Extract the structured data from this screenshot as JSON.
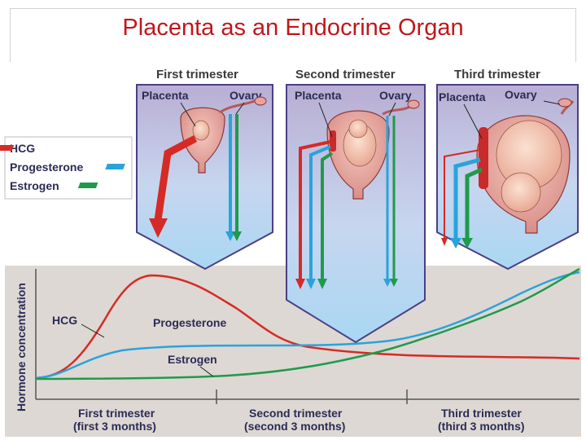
{
  "title": "Placenta as an Endocrine Organ",
  "colors": {
    "title": "#c0171c",
    "hcg": "#d62a26",
    "progesterone": "#2aa3dc",
    "estrogen": "#1f9a4c",
    "panel_fill": "#c9bfdc",
    "panel_border": "#4b3f86",
    "chart_bg": "#ddd8d3"
  },
  "legend": {
    "items": [
      {
        "label": "HCG",
        "color": "#d62a26"
      },
      {
        "label": "Progesterone",
        "color": "#2aa3dc"
      },
      {
        "label": "Estrogen",
        "color": "#1f9a4c"
      }
    ]
  },
  "panels": [
    {
      "heading": "First trimester",
      "placenta_label": "Placenta",
      "ovary_label": "Ovary"
    },
    {
      "heading": "Second trimester",
      "placenta_label": "Placenta",
      "ovary_label": "Ovary"
    },
    {
      "heading": "Third trimester",
      "placenta_label": "Placenta",
      "ovary_label": "Ovary"
    }
  ],
  "chart": {
    "ylabel": "Hormone concentration",
    "curve_labels": {
      "hcg": "HCG",
      "progesterone": "Progesterone",
      "estrogen": "Estrogen"
    },
    "trimesters": [
      {
        "line1": "First trimester",
        "line2": "(first 3 months)"
      },
      {
        "line1": "Second trimester",
        "line2": "(second 3 months)"
      },
      {
        "line1": "Third trimester",
        "line2": "(third 3 months)"
      }
    ]
  }
}
